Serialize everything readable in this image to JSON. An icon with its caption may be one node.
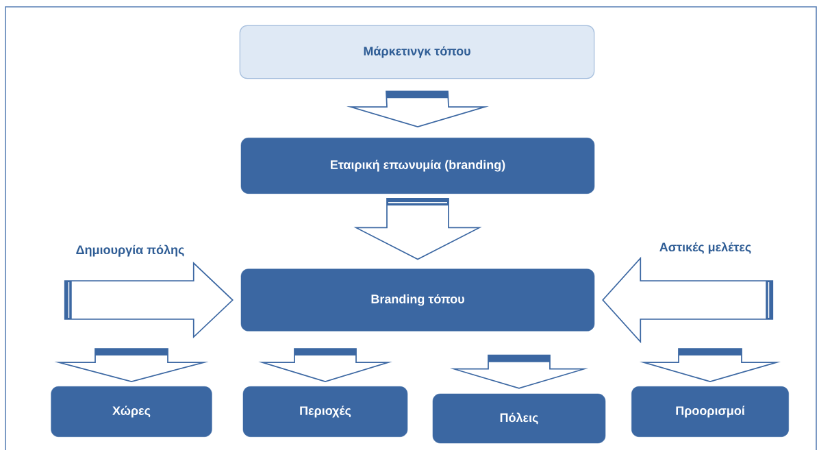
{
  "diagram": {
    "nodes": [
      {
        "text": [
          "Μάρκετινγκ τόπου"
        ]
      },
      {
        "text": [
          "Εταιρική επωνυμία (branding)"
        ]
      },
      {
        "text": [
          "Branding τόπου"
        ]
      },
      {
        "text": [
          "Χώρες"
        ]
      },
      {
        "text": [
          "Περιοχές"
        ]
      },
      {
        "text": [
          "Πόλεις"
        ]
      },
      {
        "text": [
          "Προορισμοί"
        ]
      }
    ],
    "edges": [
      {
        "from": 0,
        "to": 1,
        "arrow": "to"
      },
      {
        "from": 1,
        "to": 2,
        "arrow": "to"
      },
      {
        "from": null,
        "to": 2,
        "arrow": "to",
        "label": "Δημιουργία πόλης"
      },
      {
        "from": null,
        "to": 2,
        "arrow": "to",
        "label": "Αστικές μελέτες"
      },
      {
        "from": null,
        "to": 3,
        "arrow": "to"
      },
      {
        "from": null,
        "to": 4,
        "arrow": "to"
      },
      {
        "from": null,
        "to": 5,
        "arrow": "to"
      },
      {
        "from": null,
        "to": 6,
        "arrow": "to"
      }
    ]
  }
}
